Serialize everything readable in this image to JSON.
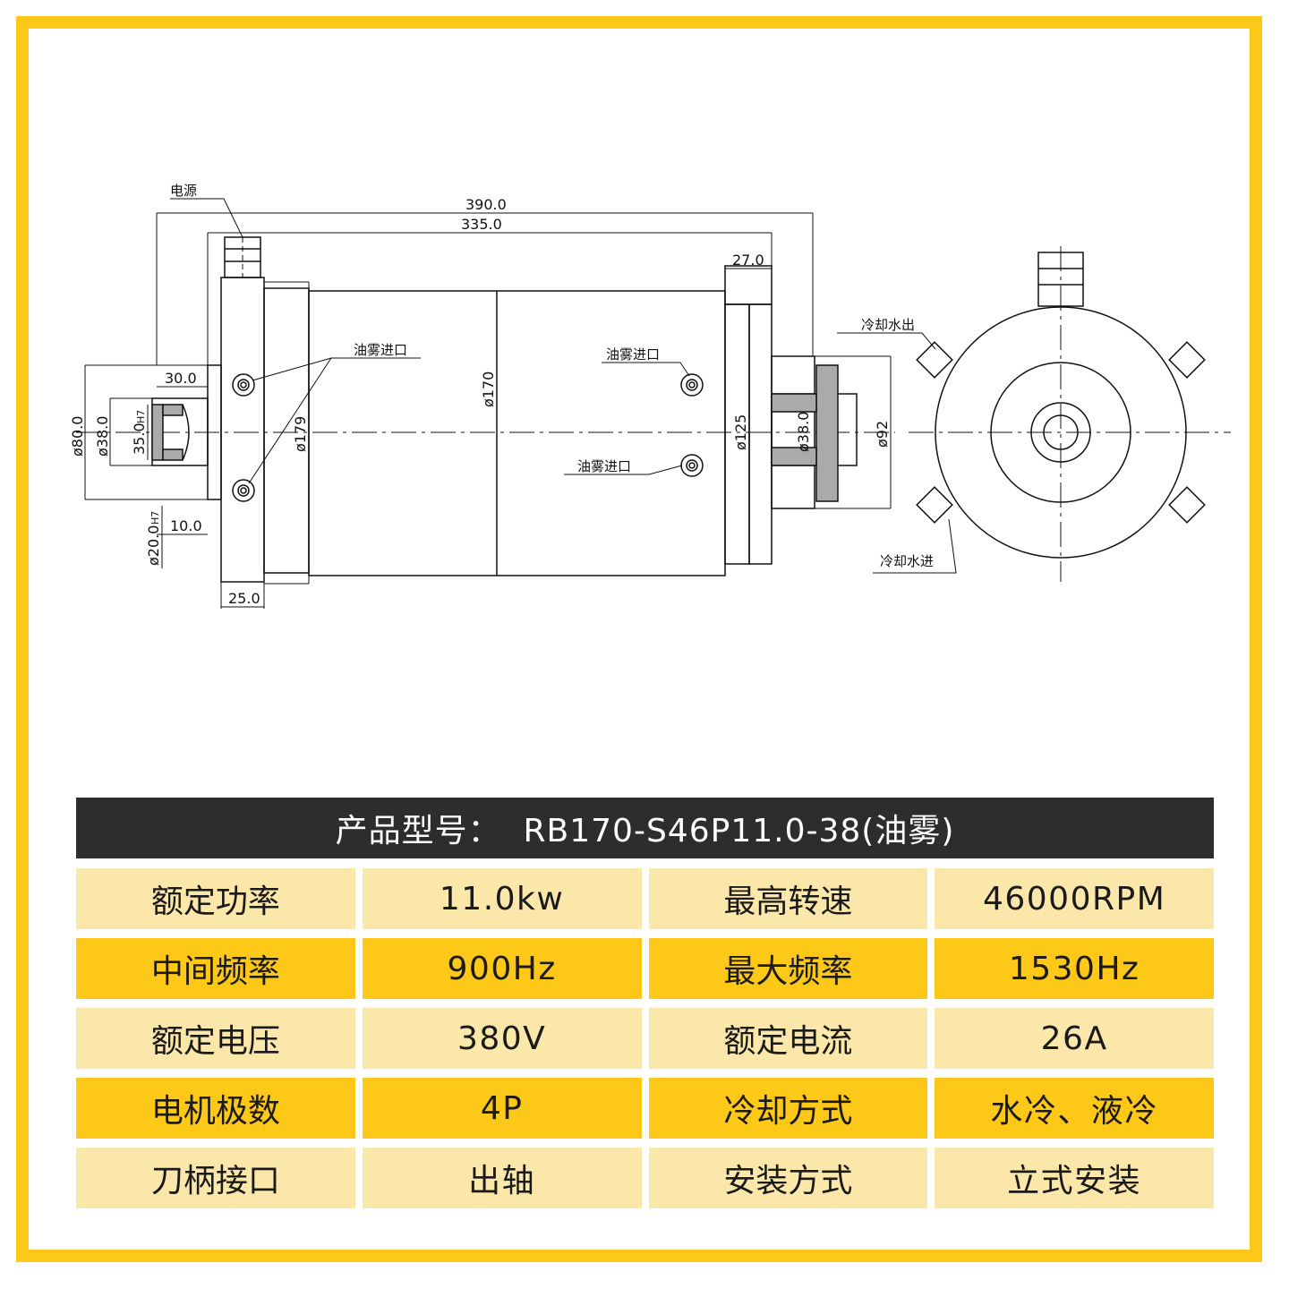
{
  "colors": {
    "accent": "#fdc818",
    "accent_light": "#fbe7a9",
    "title_bg": "#2d2d2d"
  },
  "drawing": {
    "labels": {
      "power": "电源",
      "oil_inlet_1": "油雾进口",
      "oil_inlet_2": "油雾进口",
      "oil_inlet_3": "油雾进口",
      "coolant_out": "冷却水出",
      "coolant_in": "冷却水进"
    },
    "dims": {
      "d390": "390.0",
      "d335": "335.0",
      "d27": "27.0",
      "d30": "30.0",
      "d10": "10.0",
      "d25": "25.0",
      "phi80": "ø80.0",
      "phi38_left": "ø38.0",
      "d35": "35.0",
      "phi20": "ø20.0",
      "phi179": "ø179",
      "phi170": "ø170",
      "phi125": "ø125",
      "phi38_right": "ø38.0",
      "phi92": "ø92",
      "h7_a": "H7",
      "h7_b": "H7"
    }
  },
  "product": {
    "label": "产品型号：",
    "model": "RB170-S46P11.0-38(油雾)"
  },
  "specs": [
    [
      "额定功率",
      "11.0kw",
      "最高转速",
      "46000RPM"
    ],
    [
      "中间频率",
      "900Hz",
      "最大频率",
      "1530Hz"
    ],
    [
      "额定电压",
      "380V",
      "额定电流",
      "26A"
    ],
    [
      "电机极数",
      "4P",
      "冷却方式",
      "水冷、液冷"
    ],
    [
      "刀柄接口",
      "出轴",
      "安装方式",
      "立式安装"
    ]
  ]
}
